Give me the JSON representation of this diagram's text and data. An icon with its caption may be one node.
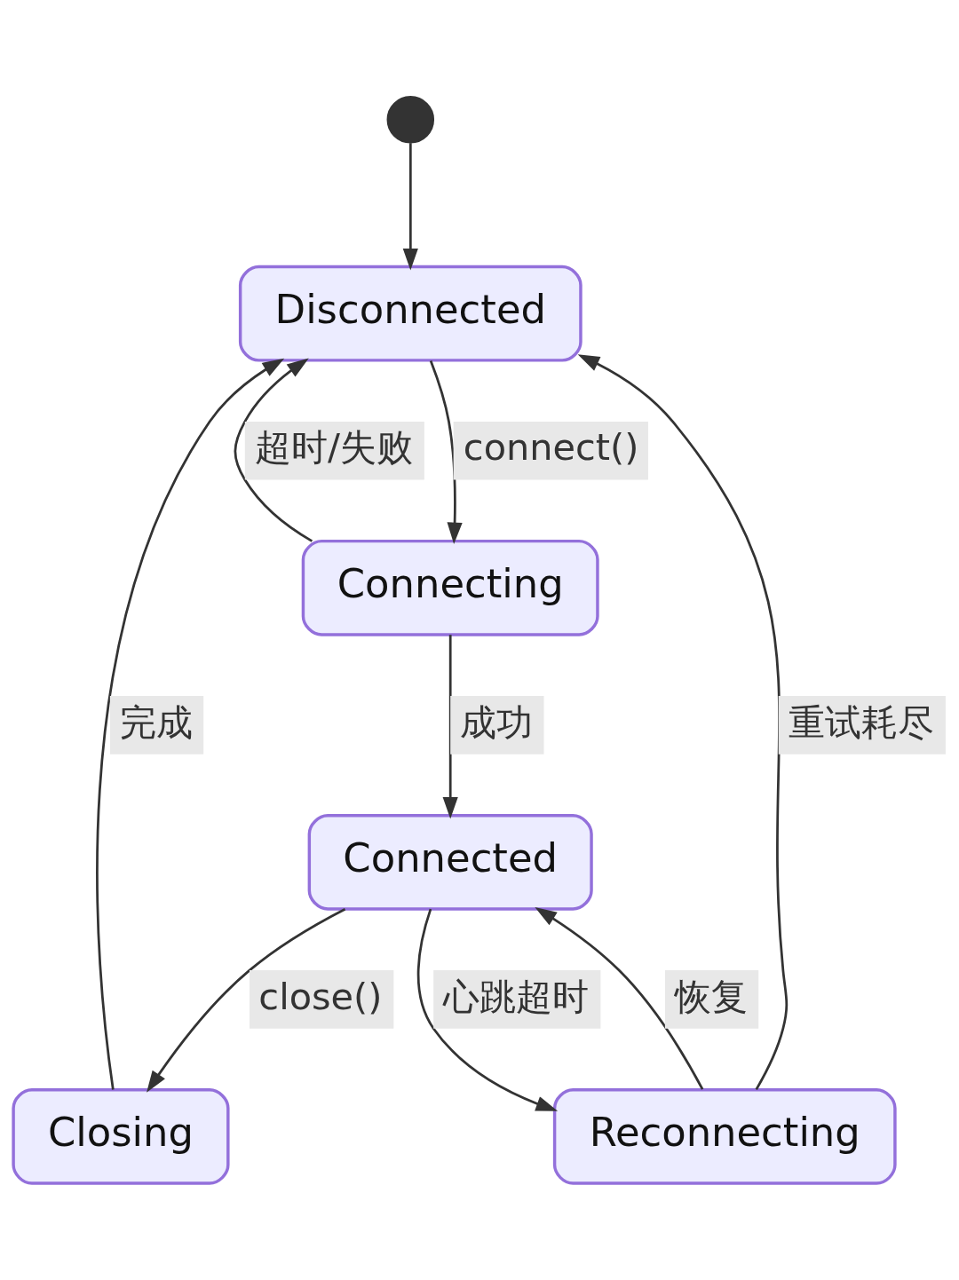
{
  "diagram": {
    "nodes": [
      {
        "text": [],
        "shape": "circle"
      },
      {
        "text": [
          "Disconnected"
        ]
      },
      {
        "text": [
          "Connecting"
        ]
      },
      {
        "text": [
          "Connected"
        ]
      },
      {
        "text": [
          "Closing"
        ]
      },
      {
        "text": [
          "Reconnecting"
        ]
      }
    ],
    "edges": [
      {
        "from": 0,
        "to": 1,
        "arrow": "to"
      },
      {
        "from": 1,
        "to": 2,
        "arrow": "to",
        "label": "connect()"
      },
      {
        "from": 2,
        "to": 1,
        "arrow": "to",
        "label": "超时/失败"
      },
      {
        "from": 2,
        "to": 3,
        "arrow": "to",
        "label": "成功"
      },
      {
        "from": 3,
        "to": 4,
        "arrow": "to",
        "label": "close()"
      },
      {
        "from": 4,
        "to": 1,
        "arrow": "to",
        "label": "完成"
      },
      {
        "from": 3,
        "to": 5,
        "arrow": "to",
        "label": "心跳超时"
      },
      {
        "from": 5,
        "to": 3,
        "arrow": "to",
        "label": "恢复"
      },
      {
        "from": 5,
        "to": 1,
        "arrow": "to",
        "label": "重试耗尽"
      }
    ]
  }
}
